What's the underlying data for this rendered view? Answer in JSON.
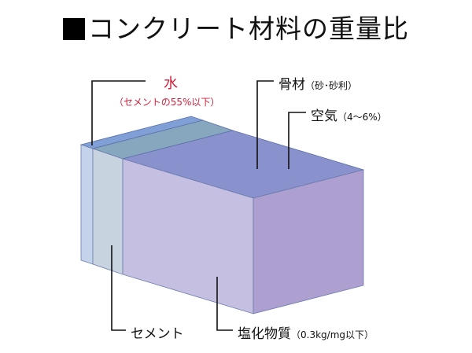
{
  "title": "コンクリート材料の重量比",
  "labels": {
    "water": "水",
    "water_note": "（セメントの55%以下）",
    "aggregate": "骨材",
    "aggregate_note": "（砂･砂利）",
    "air": "空気",
    "air_note": "（4〜6%）",
    "cement": "セメント",
    "chloride": "塩化物質",
    "chloride_note": "（0.3kg/mg以下）"
  },
  "colors": {
    "water_front": "#c4d3ea",
    "water_top": "#7f9fd6",
    "cement_front": "#c7d3de",
    "cement_top": "#87a7bf",
    "aggregate_front": "#c5bfe1",
    "aggregate_top": "#8a92cd",
    "right_side": "#ad9fcf",
    "accent_red": "#d0203a"
  }
}
